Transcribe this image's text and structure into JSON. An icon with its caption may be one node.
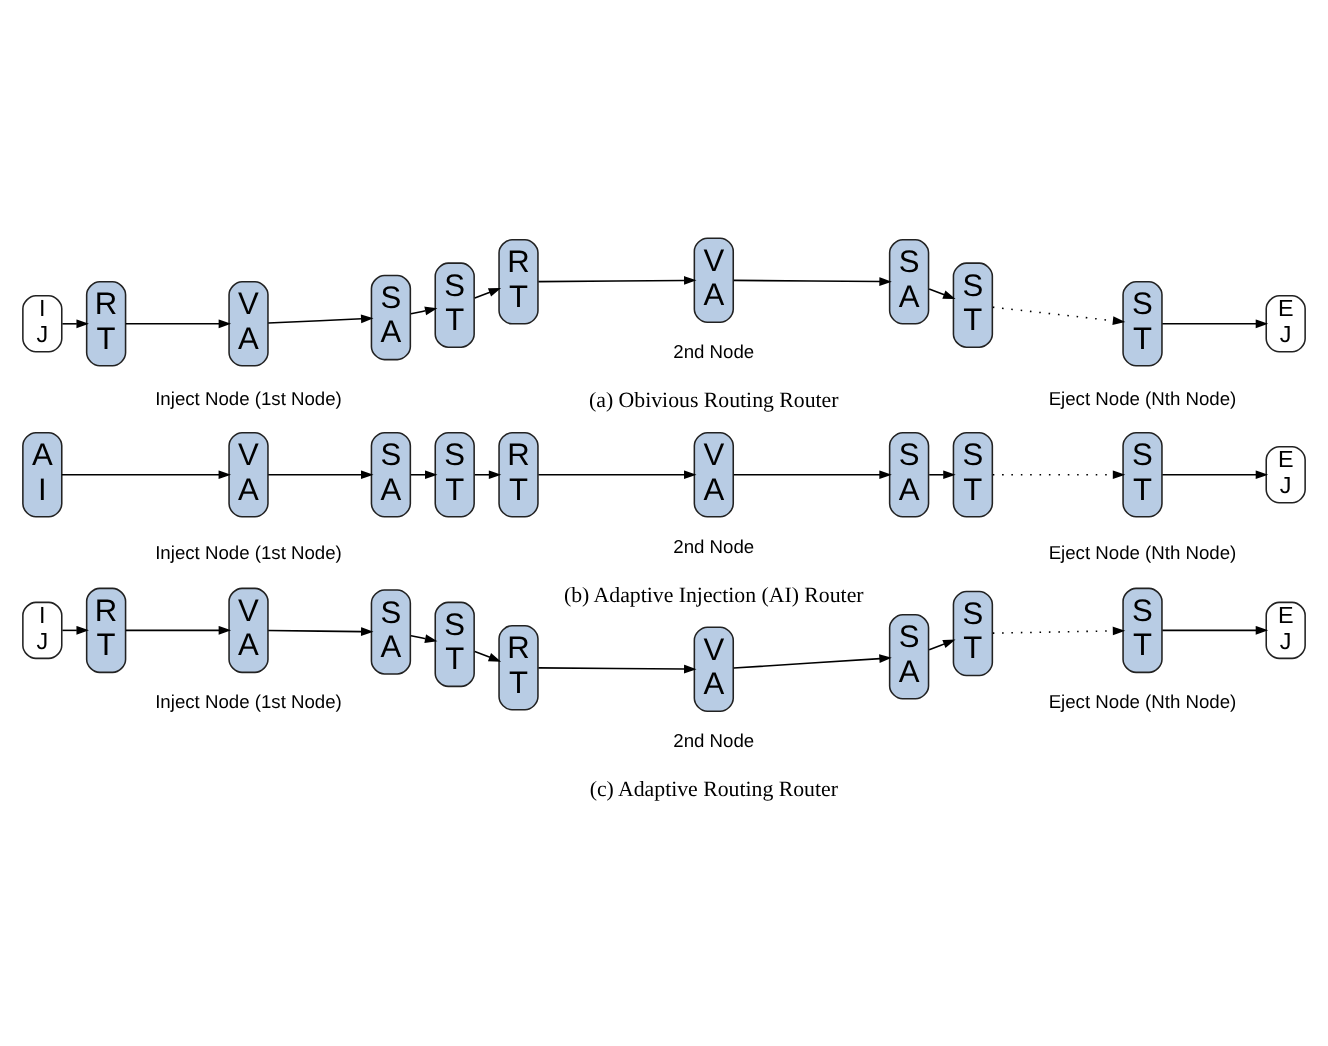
{
  "diagram": {
    "nodes": [
      {
        "text": [
          "I",
          "J"
        ]
      },
      {
        "text": [
          "R",
          "T"
        ]
      },
      {
        "text": [
          "V",
          "A"
        ]
      },
      {
        "text": [
          "S",
          "A"
        ]
      },
      {
        "text": [
          "S",
          "T"
        ]
      },
      {
        "text": [
          "R",
          "T"
        ]
      },
      {
        "text": [
          "V",
          "A"
        ]
      },
      {
        "text": [
          "S",
          "A"
        ]
      },
      {
        "text": [
          "S",
          "T"
        ]
      },
      {
        "text": [
          "S",
          "T"
        ]
      },
      {
        "text": [
          "E",
          "J"
        ]
      },
      {
        "text": [
          "A",
          "I"
        ]
      },
      {
        "text": [
          "V",
          "A"
        ]
      },
      {
        "text": [
          "S",
          "A"
        ]
      },
      {
        "text": [
          "S",
          "T"
        ]
      },
      {
        "text": [
          "R",
          "T"
        ]
      },
      {
        "text": [
          "V",
          "A"
        ]
      },
      {
        "text": [
          "S",
          "A"
        ]
      },
      {
        "text": [
          "S",
          "T"
        ]
      },
      {
        "text": [
          "S",
          "T"
        ]
      },
      {
        "text": [
          "E",
          "J"
        ]
      },
      {
        "text": [
          "I",
          "J"
        ]
      },
      {
        "text": [
          "R",
          "T"
        ]
      },
      {
        "text": [
          "V",
          "A"
        ]
      },
      {
        "text": [
          "S",
          "A"
        ]
      },
      {
        "text": [
          "S",
          "T"
        ]
      },
      {
        "text": [
          "R",
          "T"
        ]
      },
      {
        "text": [
          "V",
          "A"
        ]
      },
      {
        "text": [
          "S",
          "A"
        ]
      },
      {
        "text": [
          "S",
          "T"
        ]
      },
      {
        "text": [
          "S",
          "T"
        ]
      },
      {
        "text": [
          "E",
          "J"
        ]
      }
    ],
    "edges": [
      {
        "from": 0,
        "to": 1,
        "arrow": "to"
      },
      {
        "from": 1,
        "to": 2,
        "arrow": "to"
      },
      {
        "from": 2,
        "to": 3,
        "arrow": "to"
      },
      {
        "from": 3,
        "to": 4,
        "arrow": "to"
      },
      {
        "from": 4,
        "to": 5,
        "arrow": "to"
      },
      {
        "from": 5,
        "to": 6,
        "arrow": "to"
      },
      {
        "from": 6,
        "to": 7,
        "arrow": "to"
      },
      {
        "from": 7,
        "to": 8,
        "arrow": "to"
      },
      {
        "from": 8,
        "to": 9,
        "arrow": "to",
        "style": "dashed"
      },
      {
        "from": 9,
        "to": 10,
        "arrow": "to"
      },
      {
        "from": 11,
        "to": 12,
        "arrow": "to"
      },
      {
        "from": 12,
        "to": 13,
        "arrow": "to"
      },
      {
        "from": 13,
        "to": 14,
        "arrow": "to"
      },
      {
        "from": 14,
        "to": 15,
        "arrow": "to"
      },
      {
        "from": 15,
        "to": 16,
        "arrow": "to"
      },
      {
        "from": 16,
        "to": 17,
        "arrow": "to"
      },
      {
        "from": 17,
        "to": 18,
        "arrow": "to"
      },
      {
        "from": 18,
        "to": 19,
        "arrow": "to",
        "style": "dashed"
      },
      {
        "from": 19,
        "to": 20,
        "arrow": "to"
      },
      {
        "from": 21,
        "to": 22,
        "arrow": "to"
      },
      {
        "from": 22,
        "to": 23,
        "arrow": "to"
      },
      {
        "from": 23,
        "to": 24,
        "arrow": "to"
      },
      {
        "from": 24,
        "to": 25,
        "arrow": "to"
      },
      {
        "from": 25,
        "to": 26,
        "arrow": "to"
      },
      {
        "from": 26,
        "to": 27,
        "arrow": "to"
      },
      {
        "from": 27,
        "to": 28,
        "arrow": "to"
      },
      {
        "from": 28,
        "to": 29,
        "arrow": "to"
      },
      {
        "from": 29,
        "to": 30,
        "arrow": "to",
        "style": "dashed"
      },
      {
        "from": 30,
        "to": 31,
        "arrow": "to"
      }
    ],
    "labels": [
      "Inject Node (1st Node)",
      "2nd Node",
      "Eject Node (Nth Node)",
      "(a) Obivious Routing Router",
      "Inject Node (1st Node)",
      "2nd Node",
      "Eject Node (Nth Node)",
      "(b) Adaptive Injection (AI) Router",
      "Inject Node (1st Node)",
      "2nd Node",
      "Eject Node (Nth Node)",
      "(c) Adaptive Routing Router"
    ]
  }
}
